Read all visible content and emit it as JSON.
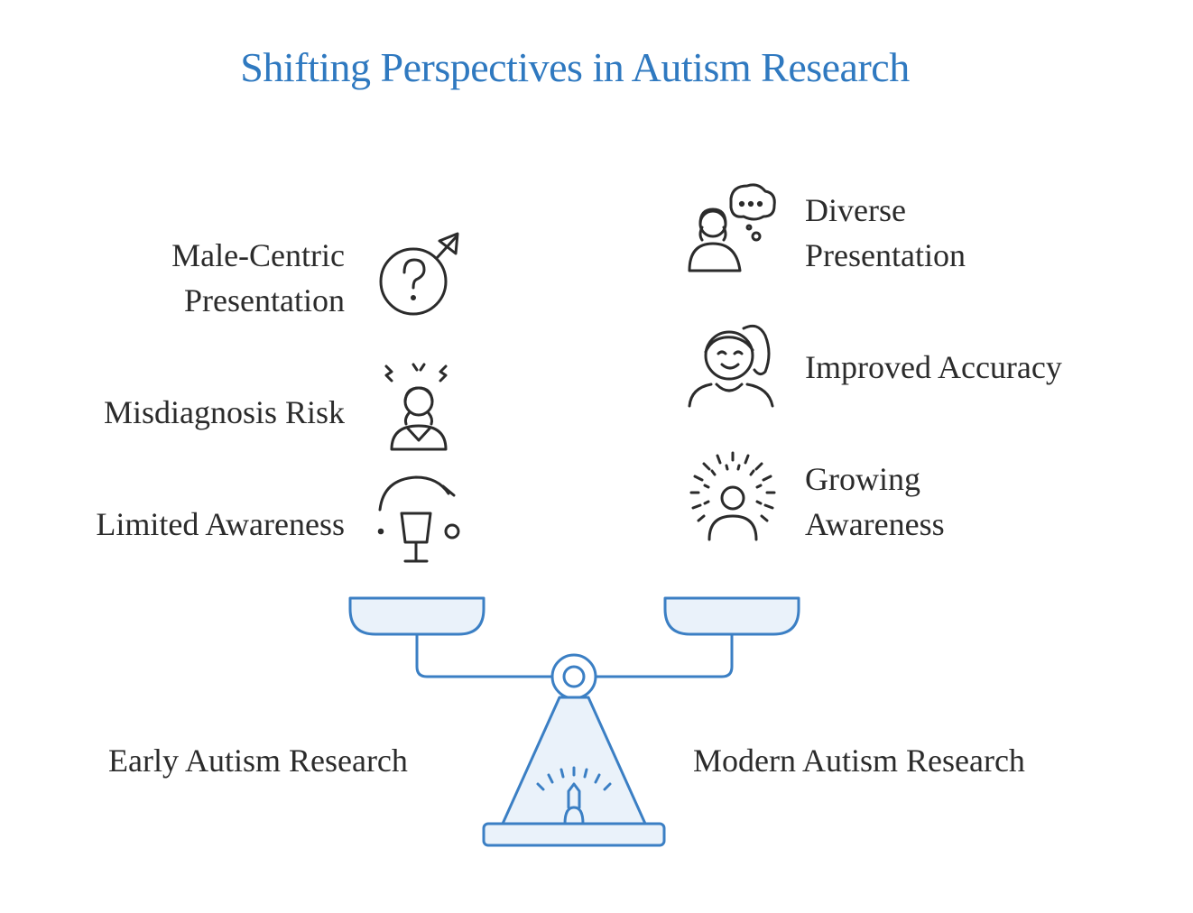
{
  "title": "Shifting Perspectives in Autism Research",
  "left": {
    "side_label": "Early Autism Research",
    "items": [
      {
        "line1": "Male-Centric",
        "line2": "Presentation",
        "icon": "gender-question-icon"
      },
      {
        "line1": "Misdiagnosis Risk",
        "line2": "",
        "icon": "stressed-person-icon"
      },
      {
        "line1": "Limited Awareness",
        "line2": "",
        "icon": "dim-lamp-icon"
      }
    ]
  },
  "right": {
    "side_label": "Modern Autism Research",
    "items": [
      {
        "line1": "Diverse",
        "line2": "Presentation",
        "icon": "person-thought-bubble-icon"
      },
      {
        "line1": "Improved Accuracy",
        "line2": "",
        "icon": "smiling-woman-icon"
      },
      {
        "line1": "Growing",
        "line2": "Awareness",
        "icon": "radiant-person-icon"
      }
    ]
  },
  "colors": {
    "title": "#2f79c0",
    "scale_stroke": "#3b7fc4",
    "scale_fill": "#eaf2fa",
    "icon_stroke": "#2b2b2b",
    "text": "#2b2b2b"
  }
}
